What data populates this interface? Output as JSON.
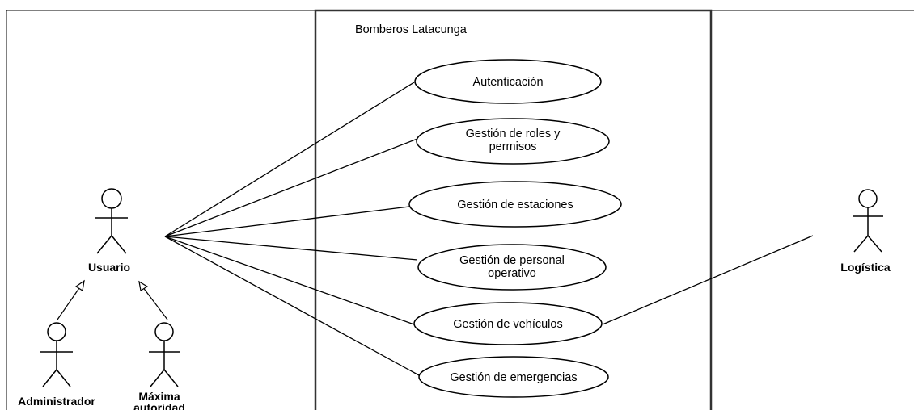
{
  "system": {
    "title": "Bomberos Latacunga"
  },
  "actors": {
    "usuario": "Usuario",
    "logistica": "Logística",
    "administrador": "Administrador",
    "maxima_line1": "Máxima",
    "maxima_line2": "autoridad"
  },
  "use_cases": {
    "autenticacion": [
      "Autenticación"
    ],
    "roles": [
      "Gestión de roles y",
      "permisos"
    ],
    "estaciones": [
      "Gestión de estaciones"
    ],
    "personal": [
      "Gestión de personal",
      "operativo"
    ],
    "vehiculos": [
      "Gestión de vehículos"
    ],
    "emergencias": [
      "Gestión de emergencias"
    ]
  }
}
